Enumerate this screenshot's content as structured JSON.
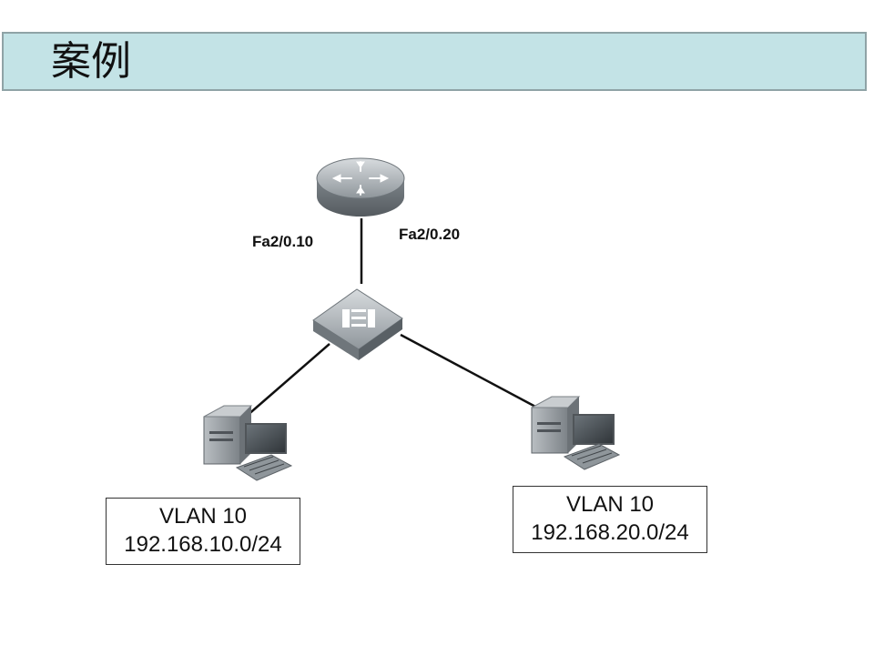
{
  "title": "案例",
  "ports": {
    "left": "Fa2/0.10",
    "right": "Fa2/0.20"
  },
  "networks": [
    {
      "vlan": "VLAN 10",
      "subnet": "192.168.10.0/24"
    },
    {
      "vlan": "VLAN 10",
      "subnet": "192.168.20.0/24"
    }
  ],
  "icons": {
    "router": "router-icon",
    "switch": "switch-icon",
    "pc": "pc-icon"
  },
  "colors": {
    "title_bar": "#c3e3e6",
    "device_gray": "#9aa1a6",
    "link": "#111111"
  }
}
